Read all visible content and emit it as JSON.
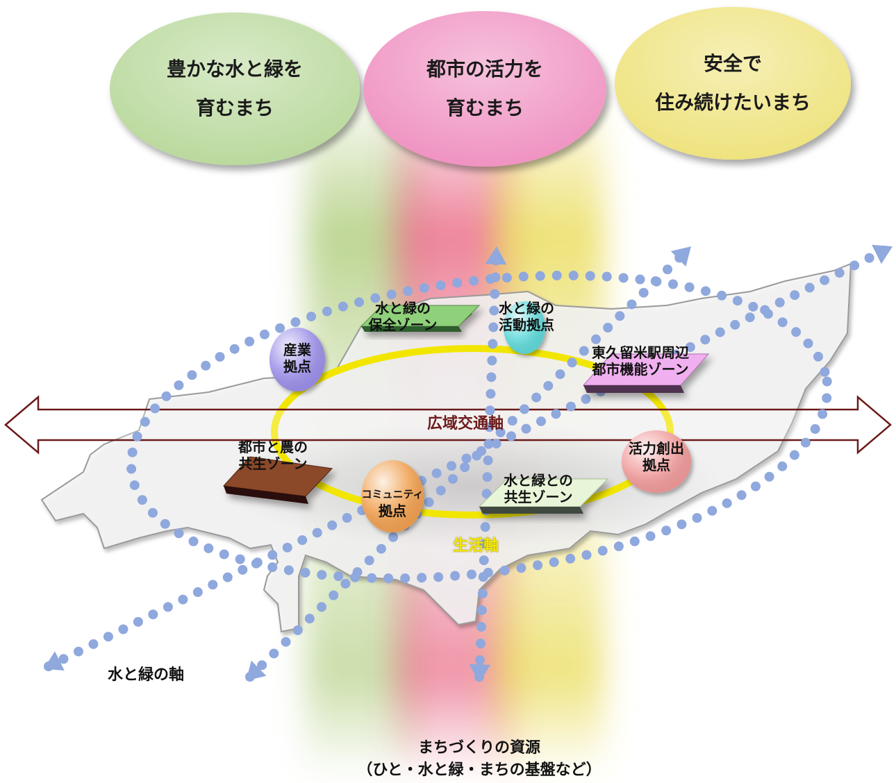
{
  "goals": [
    {
      "line1": "豊かな水と緑を",
      "line2": "育むまち",
      "color": "#b8d89a"
    },
    {
      "line1": "都市の活力を",
      "line2": "育むまち",
      "color": "#ef8fc0"
    },
    {
      "line1": "安全で",
      "line2": "住み続けたいまち",
      "color": "#eee27a"
    }
  ],
  "nodes": {
    "industry": {
      "line1": "産業",
      "line2": "拠点",
      "color": "#9b8fe8"
    },
    "water_conservation_zone": {
      "line1": "水と緑の",
      "line2": "保全ゾーン",
      "color": "#8fd07a"
    },
    "water_activity": {
      "line1": "水と緑の",
      "line2": "活動拠点",
      "color": "#5fd8d8"
    },
    "station_zone": {
      "line1": "東久留米駅周辺",
      "line2": "都市機能ゾーン",
      "color": "#f0b0f0"
    },
    "vitality": {
      "line1": "活力創出",
      "line2": "拠点",
      "color": "#f09a9a"
    },
    "coexist_water_zone": {
      "line1": "水と緑との",
      "line2": "共生ゾーン",
      "color": "#e8f5d8"
    },
    "community": {
      "line1": "コミュニティ",
      "line2": "拠点",
      "color": "#f0a050"
    },
    "urban_farm_zone": {
      "line1": "都市と農の",
      "line2": "共生ゾーン",
      "color": "#8b4a2a"
    }
  },
  "axes": {
    "wide_transport": {
      "label": "広域交通軸",
      "color": "#6b1a1a"
    },
    "life": {
      "label": "生活軸",
      "color": "#f2e600"
    },
    "water_green": {
      "label": "水と緑の軸",
      "color": "#8fa8dd"
    }
  },
  "resources": {
    "line1": "まちづくりの資源",
    "line2": "（ひと・水と緑・まちの基盤など）"
  }
}
